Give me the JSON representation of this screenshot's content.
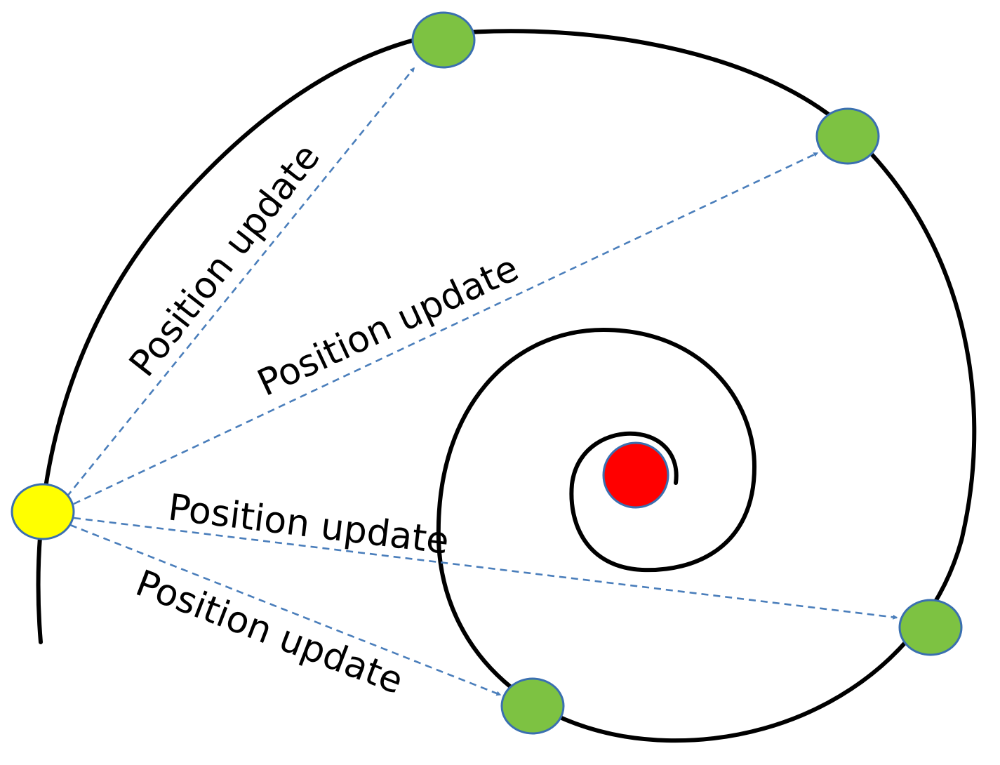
{
  "labels": {
    "arrow_1": "Position update",
    "arrow_2": "Position update",
    "arrow_3": "Position update",
    "arrow_4": "Position update"
  },
  "colors": {
    "spiral": "#000000",
    "arrow": "#4a7ebb",
    "current_node": "#ffff00",
    "candidate_node": "#7dc242",
    "best_node": "#ff0000",
    "node_outline": "#3a6fb0"
  }
}
